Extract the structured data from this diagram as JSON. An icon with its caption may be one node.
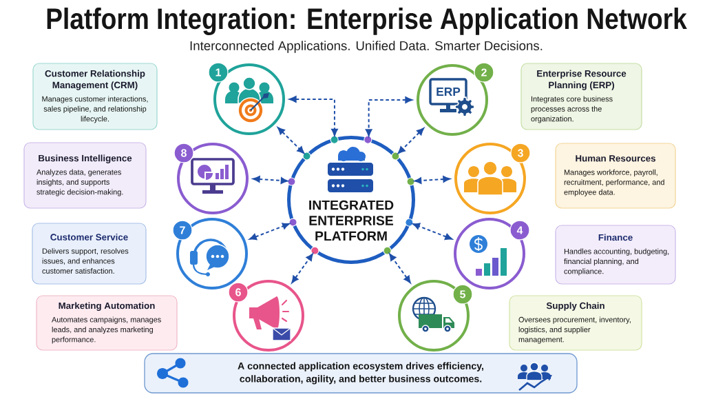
{
  "diagram": {
    "title": "Platform Integration: Enterprise Application Network",
    "nodes": [
      {
        "text": [
          "INTEGRATED ENTERPRISE PLATFORM"
        ]
      },
      {
        "text": [
          "1"
        ]
      },
      {
        "text": [
          "2",
          "ERP"
        ]
      },
      {
        "text": [
          "3"
        ]
      },
      {
        "text": [
          "4"
        ]
      },
      {
        "text": [
          "5"
        ]
      },
      {
        "text": [
          "6"
        ]
      },
      {
        "text": [
          "7"
        ]
      },
      {
        "text": [
          "8"
        ]
      },
      {
        "text": [
          "Customer Relationship Management (CRM)",
          "Manages customer interactions, sales pipeline, and relationship lifecycle."
        ]
      },
      {
        "text": [
          "Enterprise Resource Planning (ERP)",
          "Integrates core business processes across the organization."
        ]
      },
      {
        "text": [
          "Human Resources",
          "Manages workforce, payroll, recruitment, performance, and employee data."
        ]
      },
      {
        "text": [
          "Finance",
          "Handles accounting, budgeting, financial planning, and compliance."
        ]
      },
      {
        "text": [
          "Supply Chain",
          "Oversees procurement, inventory, logistics, and supplier management."
        ]
      },
      {
        "text": [
          "Marketing Automation",
          "Automates campaigns, manages leads, and analyzes marketing performance."
        ]
      },
      {
        "text": [
          "Customer Service",
          "Delivers support, resolves issues, and enhances customer satisfaction."
        ]
      },
      {
        "text": [
          "Business Intelligence",
          "Analyzes data, generates insights, and supports strategic decision-making."
        ]
      },
      {
        "text": [
          "A connected application ecosystem drives efficiency, collaboration, agility, and better business outcomes."
        ]
      }
    ],
    "edges": [
      {
        "from": 1,
        "to": 0,
        "arrow": "both",
        "style": "dashed"
      },
      {
        "from": 1,
        "to": 0,
        "arrow": "both",
        "style": "dashed"
      },
      {
        "from": 2,
        "to": 0,
        "arrow": "both",
        "style": "dashed"
      },
      {
        "from": 2,
        "to": 0,
        "arrow": "both",
        "style": "dashed"
      },
      {
        "from": 3,
        "to": 0,
        "arrow": "both",
        "style": "dashed"
      },
      {
        "from": 4,
        "to": 0,
        "arrow": "both",
        "style": "dashed"
      },
      {
        "from": 5,
        "to": 0,
        "arrow": "both",
        "style": "dashed"
      },
      {
        "from": 6,
        "to": 0,
        "arrow": "both",
        "style": "dashed"
      },
      {
        "from": 7,
        "to": 0,
        "arrow": "both",
        "style": "dashed"
      },
      {
        "from": 8,
        "to": 0,
        "arrow": "both",
        "style": "dashed"
      }
    ],
    "labels": [
      "Interconnected Applications. Unified Data. Smarter Decisions."
    ]
  }
}
